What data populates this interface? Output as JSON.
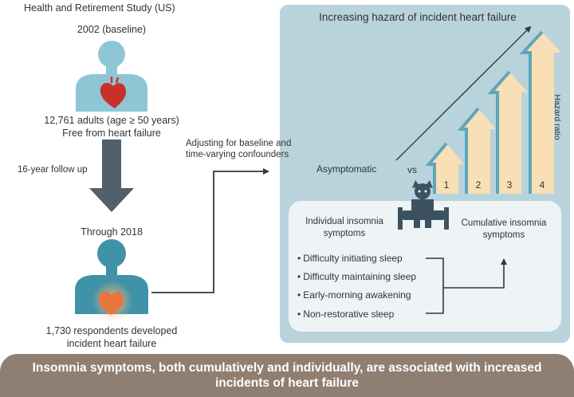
{
  "study": {
    "title": "Health and Retirement Study (US)",
    "baseline": "2002 (baseline)",
    "cohort_line1": "12,761 adults (age ≥ 50 years)",
    "cohort_line2": "Free from heart failure",
    "followup": "16-year follow up",
    "end": "Through 2018",
    "outcome_line1": "1,730 respondents developed",
    "outcome_line2": "incident heart failure"
  },
  "adjust": {
    "line1": "Adjusting for baseline and",
    "line2": "time-varying confounders"
  },
  "panel": {
    "title": "Increasing hazard of incident heart failure",
    "asymptomatic": "Asymptomatic",
    "vs": "vs",
    "hazard_ratio": "Hazard ratio",
    "bars": [
      {
        "label": "1"
      },
      {
        "label": "2"
      },
      {
        "label": "3"
      },
      {
        "label": "4"
      }
    ],
    "individual_line1": "Individual insomnia",
    "individual_line2": "symptoms",
    "cumulative_line1": "Cumulative insomnia",
    "cumulative_line2": "symptoms",
    "symptoms": [
      "Difficulty initiating sleep",
      "Difficulty maintaining sleep",
      "Early-morning awakening",
      "Non-restorative sleep"
    ]
  },
  "footer": {
    "line1": "Insomnia symptoms, both cumulatively and individually, are associated with increased",
    "line2": "incidents of heart failure"
  },
  "colors": {
    "panel": "#b9d3dc",
    "inner_panel": "#eef3f5",
    "arrow_fill": "#f9dfb6",
    "arrow_edge": "#5ea7b8",
    "person_baseline": "#8fc6d6",
    "person_outcome": "#3f93a8",
    "heart": "#c9302c",
    "footer": "#8f7f73"
  }
}
